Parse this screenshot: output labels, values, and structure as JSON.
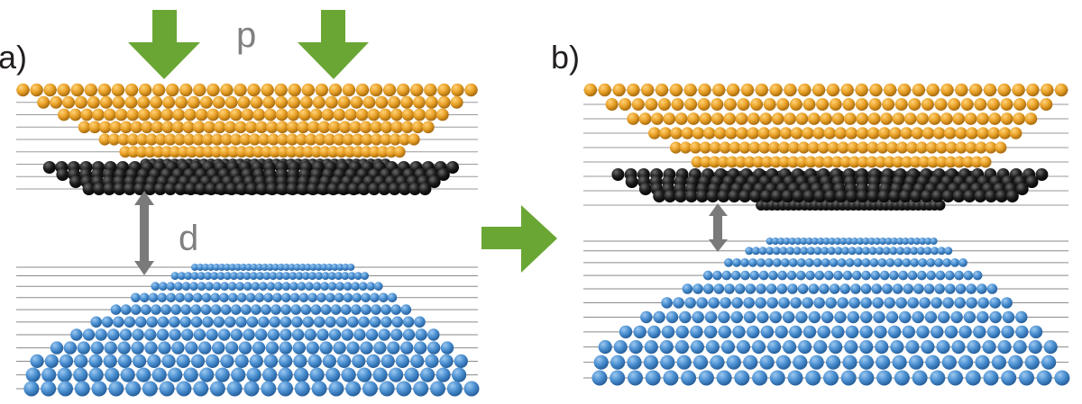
{
  "panel_a": {
    "label": "a)",
    "pressure_label": "p",
    "distance_label": "d"
  },
  "panel_b": {
    "label": "b)"
  },
  "colors": {
    "top_atoms": "#e9a126",
    "interface_atoms": "#1e1e1e",
    "substrate_atoms": "#4a8fd1",
    "arrows": "#6aa634",
    "distance_arrow": "#7a7a7a",
    "bonds": "#555555"
  },
  "icons": {
    "pressure_arrow": "green-down-arrow-icon",
    "transition_arrow": "green-right-arrow-icon",
    "distance_arrow": "double-headed-arrow-icon"
  }
}
